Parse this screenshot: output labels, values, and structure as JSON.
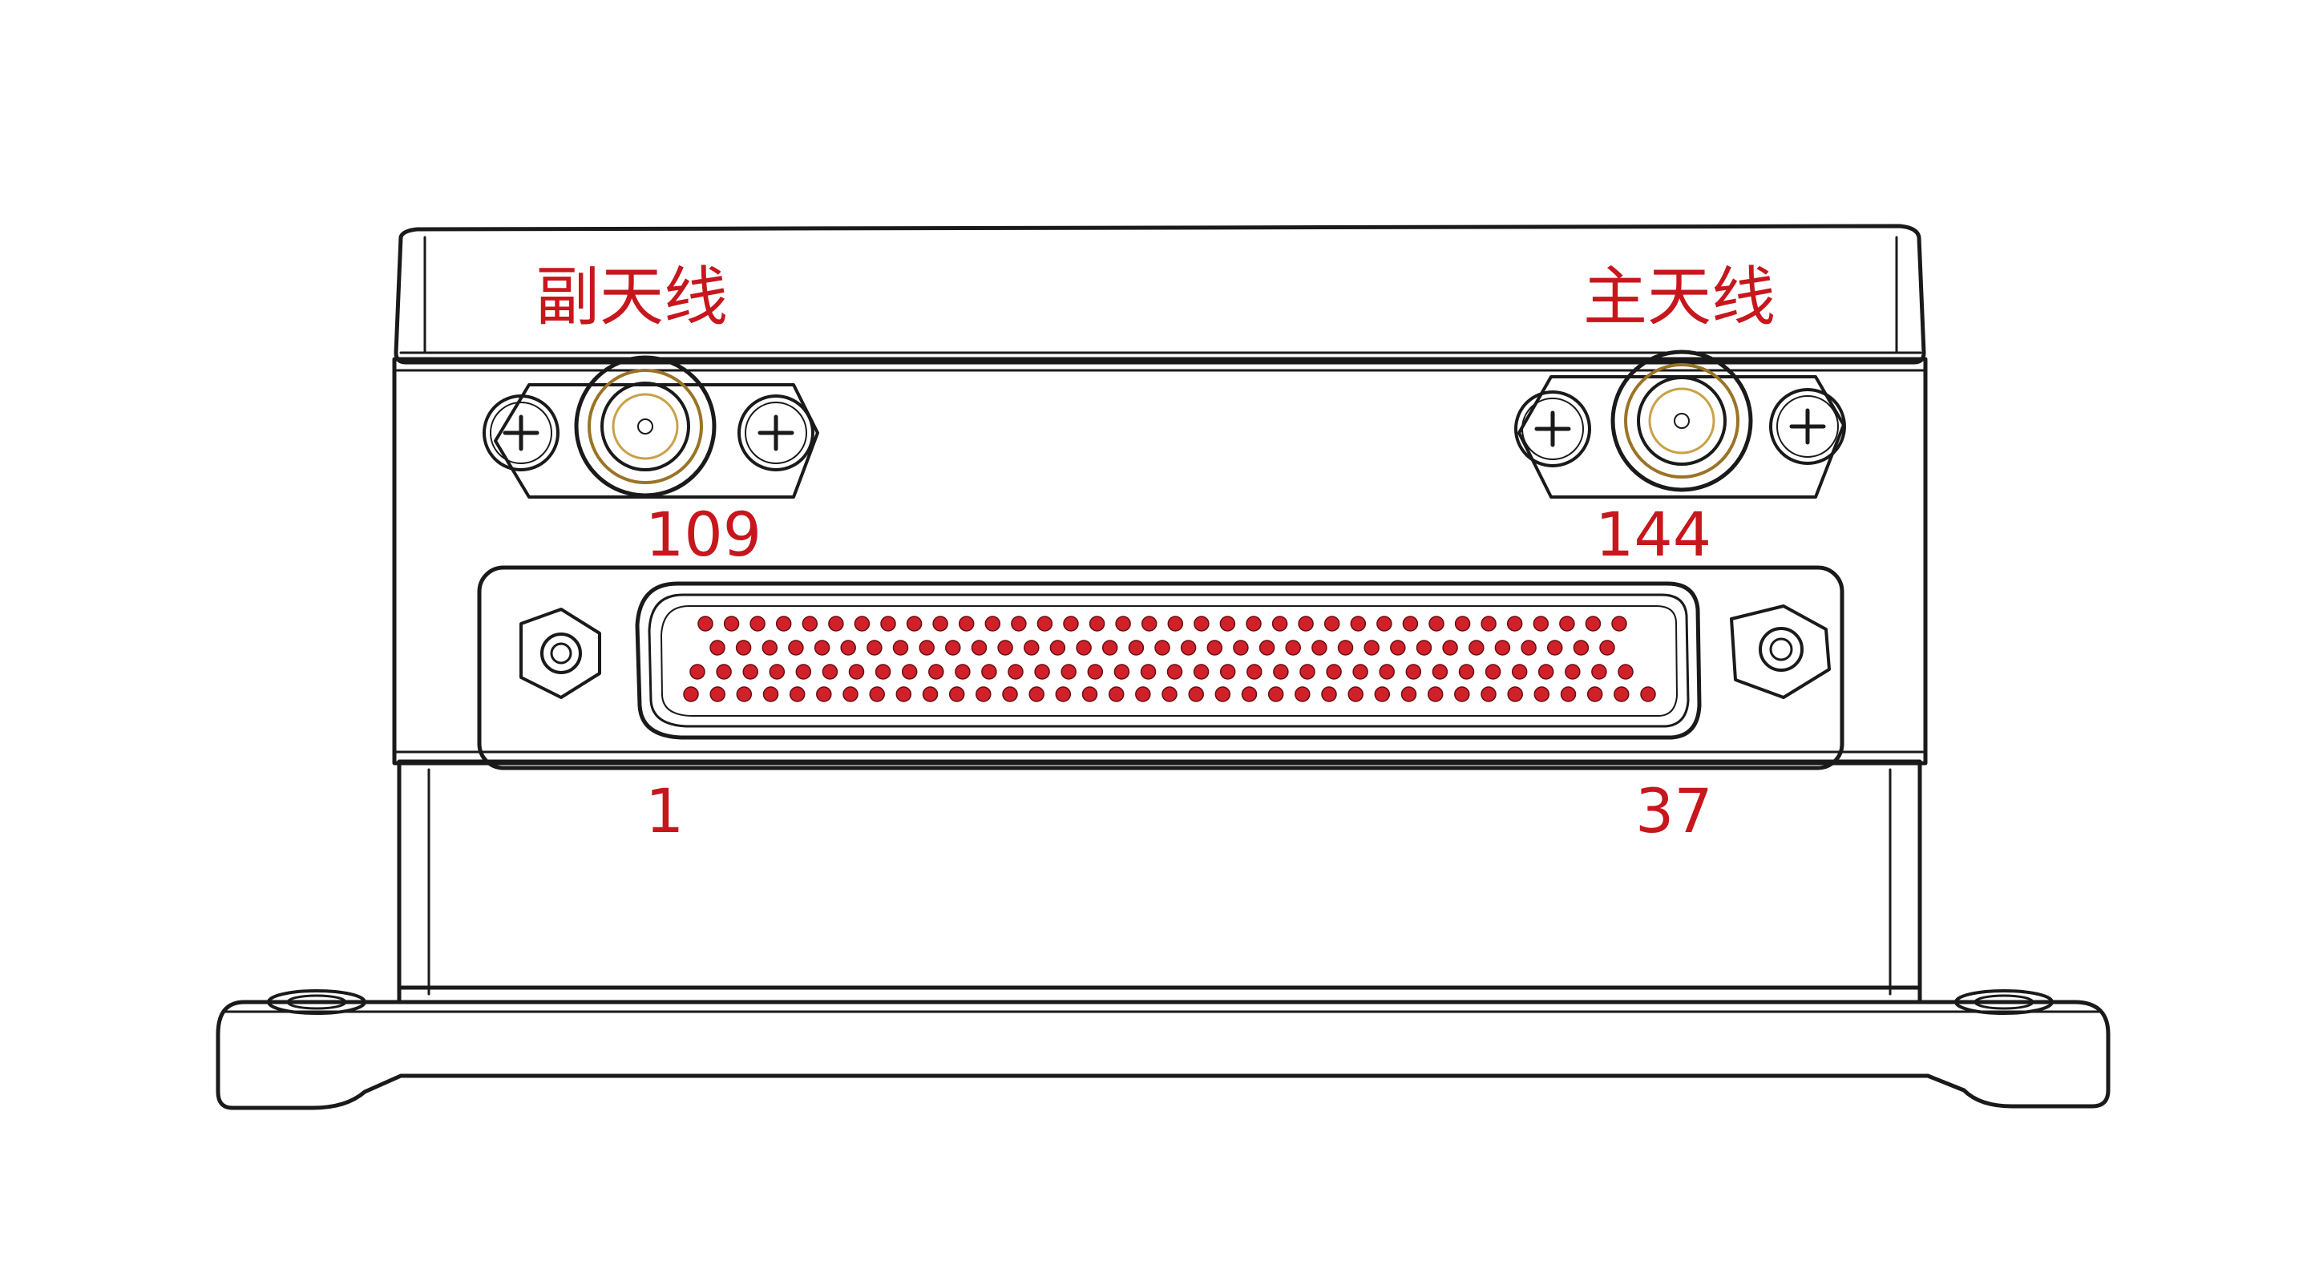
{
  "labels": {
    "secondary_antenna": "副天线",
    "main_antenna": "主天线",
    "pin_109": "109",
    "pin_144": "144",
    "pin_1": "1",
    "pin_37": "37"
  },
  "connector": {
    "rows": [
      36,
      35,
      36,
      37
    ],
    "pin_color": "#d0202a"
  },
  "colors": {
    "label": "#c8161d",
    "gold": "#e9c877",
    "gold_dark": "#b48a32",
    "outline": "#1a1a1a"
  }
}
